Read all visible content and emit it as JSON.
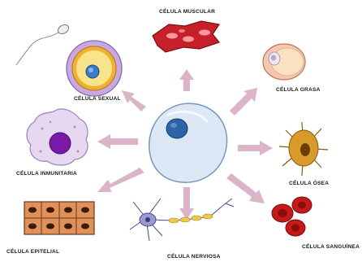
{
  "cells": {
    "muscular": "CÉLULA MUSCULAR",
    "grasa": "CÉLULA GRASA",
    "sexual": "CÉLULA SEXUAL",
    "inmunitaria": "CÉLULA INMUNITARIA",
    "osea": "CÉLULA ÓSEA",
    "epitelial": "CÉLULA EPITELIAL",
    "nerviosa": "CÉLULA NERVIOSA",
    "sanguinea": "CÉLULA SANGUÍNEA"
  },
  "colors": {
    "arrow": "#dcb4c8",
    "stem_cell": "#dde8f6",
    "stem_nucleus": "#2d64a8",
    "muscle": "#c8202a",
    "fat": "#f6c8b2",
    "immune_nucleus": "#7a1aa8",
    "bone": "#d89a2a",
    "blood": "#c41a1a",
    "epithelial": "#e0905a",
    "nerve": "#9a9ad0"
  }
}
